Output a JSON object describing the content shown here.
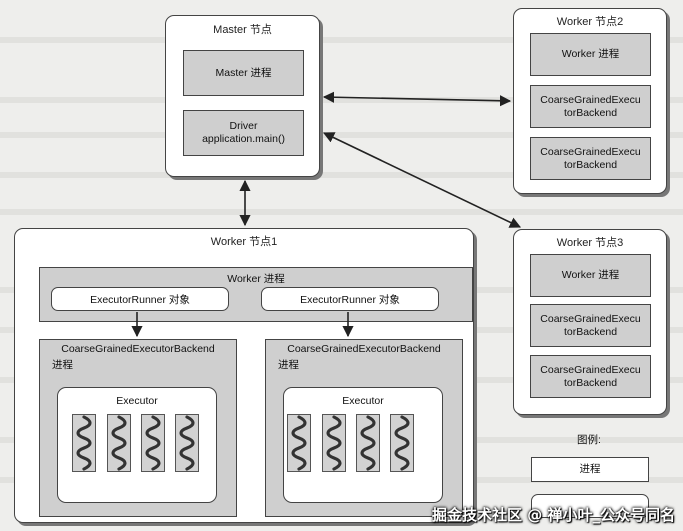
{
  "master": {
    "title": "Master 节点",
    "process_label": "Master 进程",
    "driver_line1": "Driver",
    "driver_line2": "application.main()"
  },
  "worker1": {
    "title": "Worker 节点1",
    "process_label": "Worker 进程",
    "runner_left": "ExecutorRunner 对象",
    "runner_right": "ExecutorRunner 对象",
    "backend_left": "CoarseGrainedExecutorBackend",
    "backend_left_sub": "进程",
    "backend_right": "CoarseGrainedExecutorBackend",
    "backend_right_sub": "进程",
    "executor_left": "Executor",
    "executor_right": "Executor"
  },
  "worker2": {
    "title": "Worker 节点2",
    "process_label": "Worker 进程",
    "backend1_line1": "CoarseGrainedExecu",
    "backend1_line2": "torBackend",
    "backend2_line1": "CoarseGrainedExecu",
    "backend2_line2": "torBackend"
  },
  "worker3": {
    "title": "Worker 节点3",
    "process_label": "Worker 进程",
    "backend1_line1": "CoarseGrainedExecu",
    "backend1_line2": "torBackend",
    "backend2_line1": "CoarseGrainedExecu",
    "backend2_line2": "torBackend"
  },
  "legend": {
    "title": "图例:",
    "process_label": "进程"
  },
  "watermark": "掘金技术社区 @ 禅小叶_公众号同名",
  "colors": {
    "process_fill": "#cfcfcf",
    "node_fill": "#ffffff",
    "border": "#444444"
  }
}
